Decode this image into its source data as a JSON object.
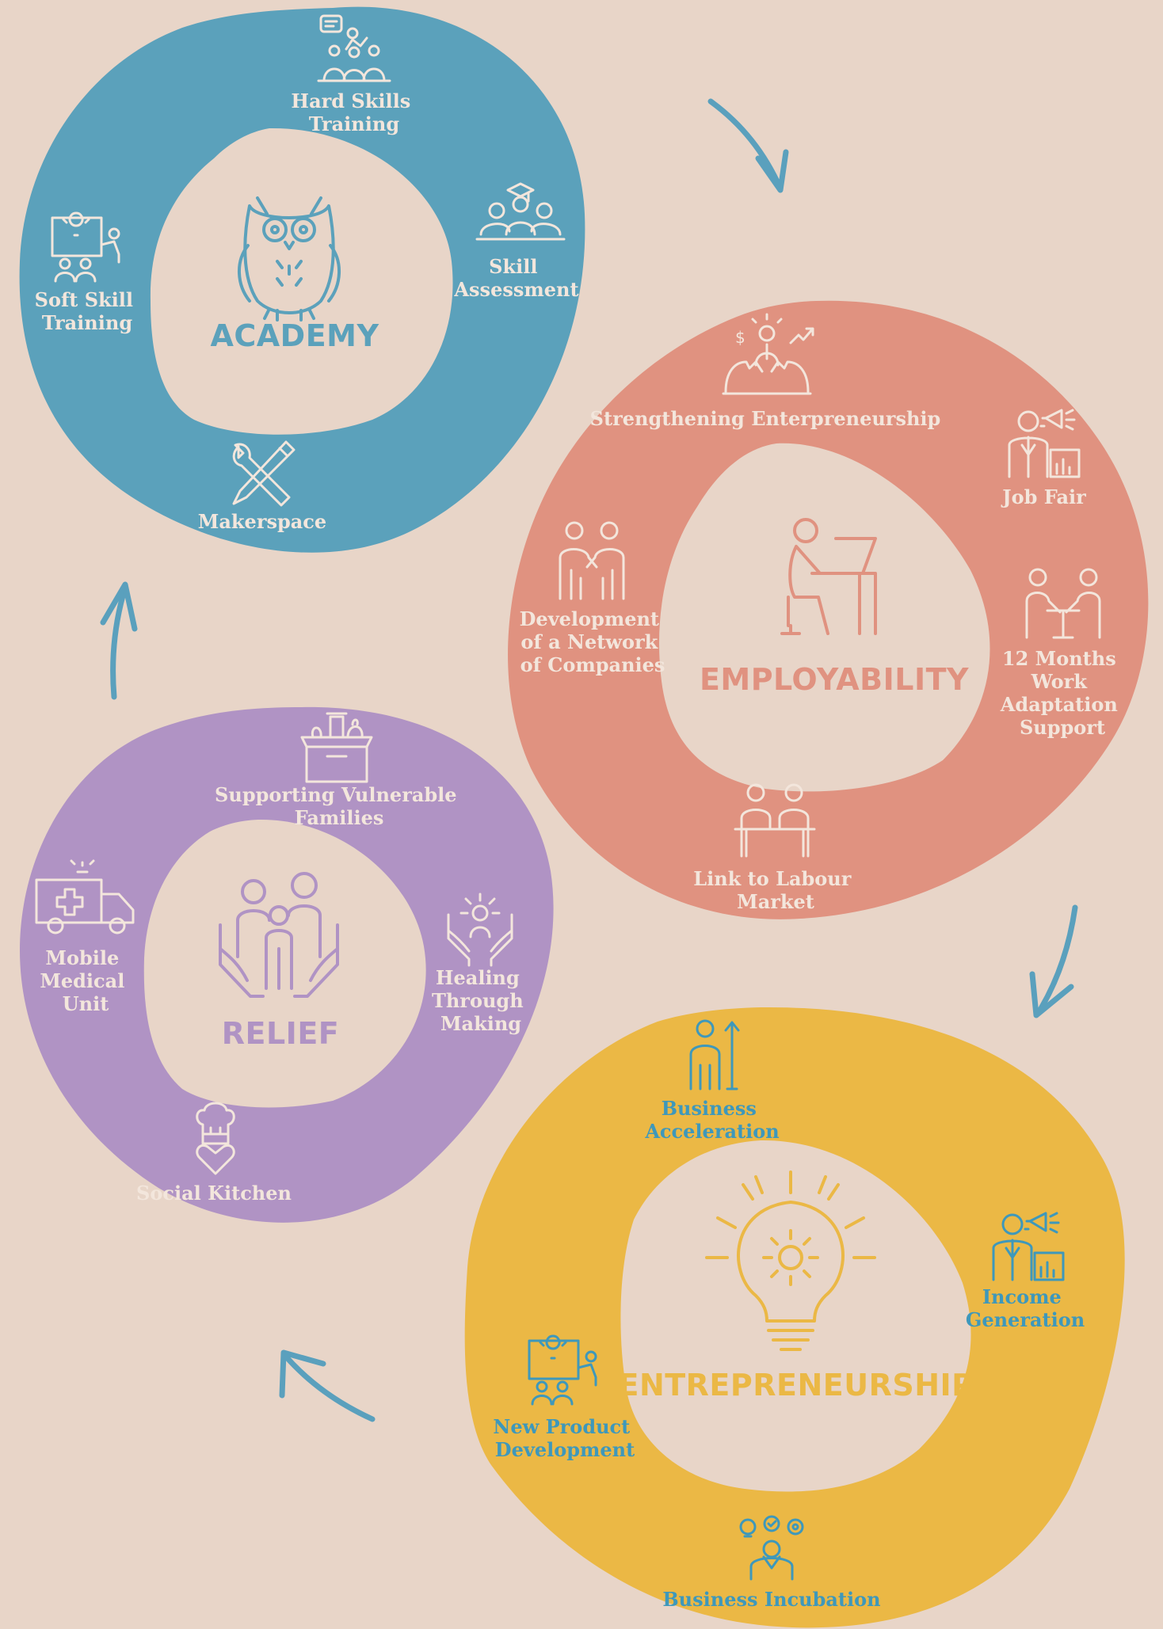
{
  "background": "#e8d5c8",
  "colors": {
    "academy": "#5ba1bb",
    "employability": "#e09280",
    "relief": "#b093c4",
    "entrepreneurship": "#ebb845",
    "arrow": "#5aa0bd",
    "light_text": "#f3e6dc",
    "teal_text": "#3e98bb"
  },
  "rings": {
    "academy": {
      "title": "ACADEMY",
      "center_icon": "owl-icon",
      "items": [
        {
          "lines": [
            "Hard Skills",
            "Training"
          ],
          "icon": "teacher-audience-icon"
        },
        {
          "lines": [
            "Skill",
            "Assessment"
          ],
          "icon": "graduates-icon"
        },
        {
          "lines": [
            "Makerspace"
          ],
          "icon": "tools-icon"
        },
        {
          "lines": [
            "Soft Skill",
            "Training"
          ],
          "icon": "presentation-idea-icon"
        }
      ]
    },
    "employability": {
      "title": "EMPLOYABILITY",
      "center_icon": "desk-worker-icon",
      "items": [
        {
          "lines": [
            "Strengthening Enterpreneurship"
          ],
          "icon": "hatching-entrepreneur-icon"
        },
        {
          "lines": [
            "Job Fair"
          ],
          "icon": "megaphone-speaker-icon"
        },
        {
          "lines": [
            "12 Months",
            "Work",
            "Adaptation",
            "Support"
          ],
          "icon": "meeting-table-icon"
        },
        {
          "lines": [
            "Link to Labour",
            "Market"
          ],
          "icon": "interview-desk-icon"
        },
        {
          "lines": [
            "Development",
            "of a Network",
            "of Companies"
          ],
          "icon": "handshake-people-icon"
        }
      ]
    },
    "relief": {
      "title": "RELIEF",
      "center_icon": "family-hands-icon",
      "items": [
        {
          "lines": [
            "Supporting Vulnerable",
            "Families"
          ],
          "icon": "food-box-icon"
        },
        {
          "lines": [
            "Healing",
            "Through",
            "Making"
          ],
          "icon": "healing-hands-icon"
        },
        {
          "lines": [
            "Social Kitchen"
          ],
          "icon": "chef-heart-icon"
        },
        {
          "lines": [
            "Mobile",
            "Medical",
            "Unit"
          ],
          "icon": "ambulance-icon"
        }
      ]
    },
    "entrepreneurship": {
      "title": "ENTREPRENEURSHIP",
      "center_icon": "lightbulb-gear-icon",
      "items": [
        {
          "lines": [
            "Business",
            "Acceleration"
          ],
          "icon": "person-arrow-up-icon"
        },
        {
          "lines": [
            "Income",
            "Generation"
          ],
          "icon": "megaphone-speaker-icon"
        },
        {
          "lines": [
            "Business Incubation"
          ],
          "icon": "ideas-person-icon"
        },
        {
          "lines": [
            "New Product",
            "Development"
          ],
          "icon": "presentation-idea-icon"
        }
      ]
    }
  }
}
